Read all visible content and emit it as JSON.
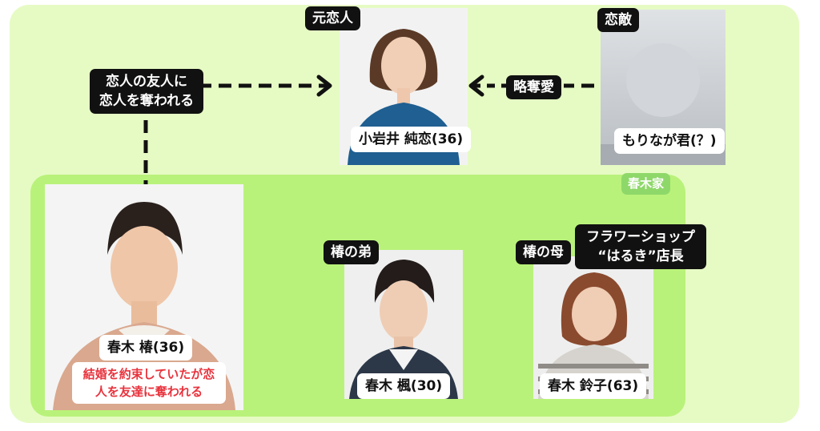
{
  "nodes": {
    "koiwai": {
      "role": "元恋人",
      "name": "小岩井 純恋(36)"
    },
    "rival": {
      "role": "恋敵",
      "name": "もりなが君(？)"
    },
    "tsubaki": {
      "name": "春木 椿(36)",
      "note": "結婚を約束していたが恋人を友達に奪われる"
    },
    "kaede": {
      "role": "椿の弟",
      "name": "春木 楓(30)"
    },
    "suzuko": {
      "role": "椿の母",
      "extra_role": "フラワーショップ “はるき”店長",
      "name": "春木 鈴子(63)"
    }
  },
  "relations": {
    "stolen": "恋人の友人に 恋人を奪われる",
    "snatched": "略奪愛"
  },
  "groups": {
    "family": "春木家"
  },
  "colors": {
    "outer": "#e6fbc4",
    "family": "#b9f27a",
    "family_tag": "#8ed86a",
    "note_text": "#e8333d"
  }
}
